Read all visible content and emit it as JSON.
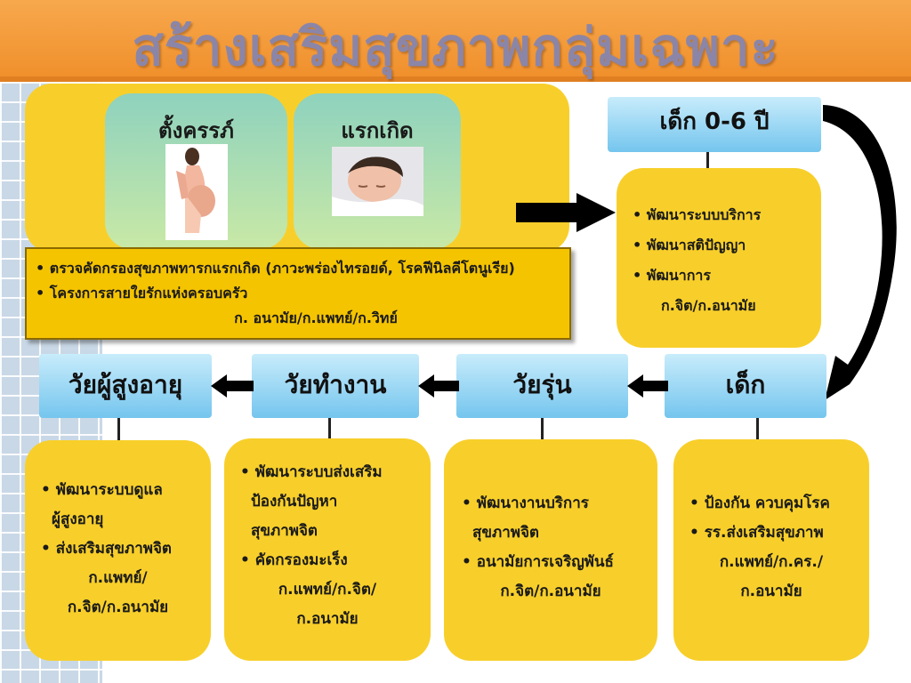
{
  "title": "สร้างเสริมสุขภาพกลุ่มเฉพาะ",
  "stages": {
    "pregnancy": "ตั้งครรภ์",
    "newborn": "แรกเกิด"
  },
  "newborn_program": {
    "line1": "• ตรวจคัดกรองสุขภาพทารกแรกเกิด (ภาวะพร่องไทรอยด์, โรคฟีนิลคีโตนูเรีย)",
    "line2": "• โครงการสายใยรักแห่งครอบครัว",
    "agencies": "ก. อนามัย/ก.แพทย์/ก.วิทย์"
  },
  "early_childhood": {
    "header": "เด็ก 0-6 ปี",
    "items": [
      "• พัฒนาระบบบริการ",
      "• พัฒนาสติปัญญา",
      "• พัฒนาการ"
    ],
    "agencies": "ก.จิต/ก.อนามัย"
  },
  "age_groups": {
    "elderly": {
      "header": "วัยผู้สูงอายุ",
      "lines": [
        "• พัฒนาระบบดูแล",
        "ผู้สูงอายุ",
        "• ส่งเสริมสุขภาพจิต",
        "ก.แพทย์/",
        "ก.จิต/ก.อนามัย"
      ]
    },
    "working": {
      "header": "วัยทำงาน",
      "lines": [
        "• พัฒนาระบบส่งเสริม",
        "ป้องกันปัญหา",
        "สุขภาพจิต",
        "• คัดกรองมะเร็ง",
        "ก.แพทย์/ก.จิต/",
        "ก.อนามัย"
      ]
    },
    "teen": {
      "header": "วัยรุ่น",
      "lines": [
        "• พัฒนางานบริการ",
        "สุขภาพจิต",
        "• อนามัยการเจริญพันธ์",
        "ก.จิต/ก.อนามัย"
      ]
    },
    "child": {
      "header": "เด็ก",
      "lines": [
        "• ป้องกัน ควบคุมโรค",
        "• รร.ส่งเสริมสุขภาพ",
        "ก.แพทย์/ก.คร./",
        "ก.อนามัย"
      ]
    }
  },
  "colors": {
    "title_bar": "#f0902c",
    "yellow": "#f8cf2a",
    "blue_header": "#74c5ee",
    "stage_green": "#8ed2be"
  }
}
